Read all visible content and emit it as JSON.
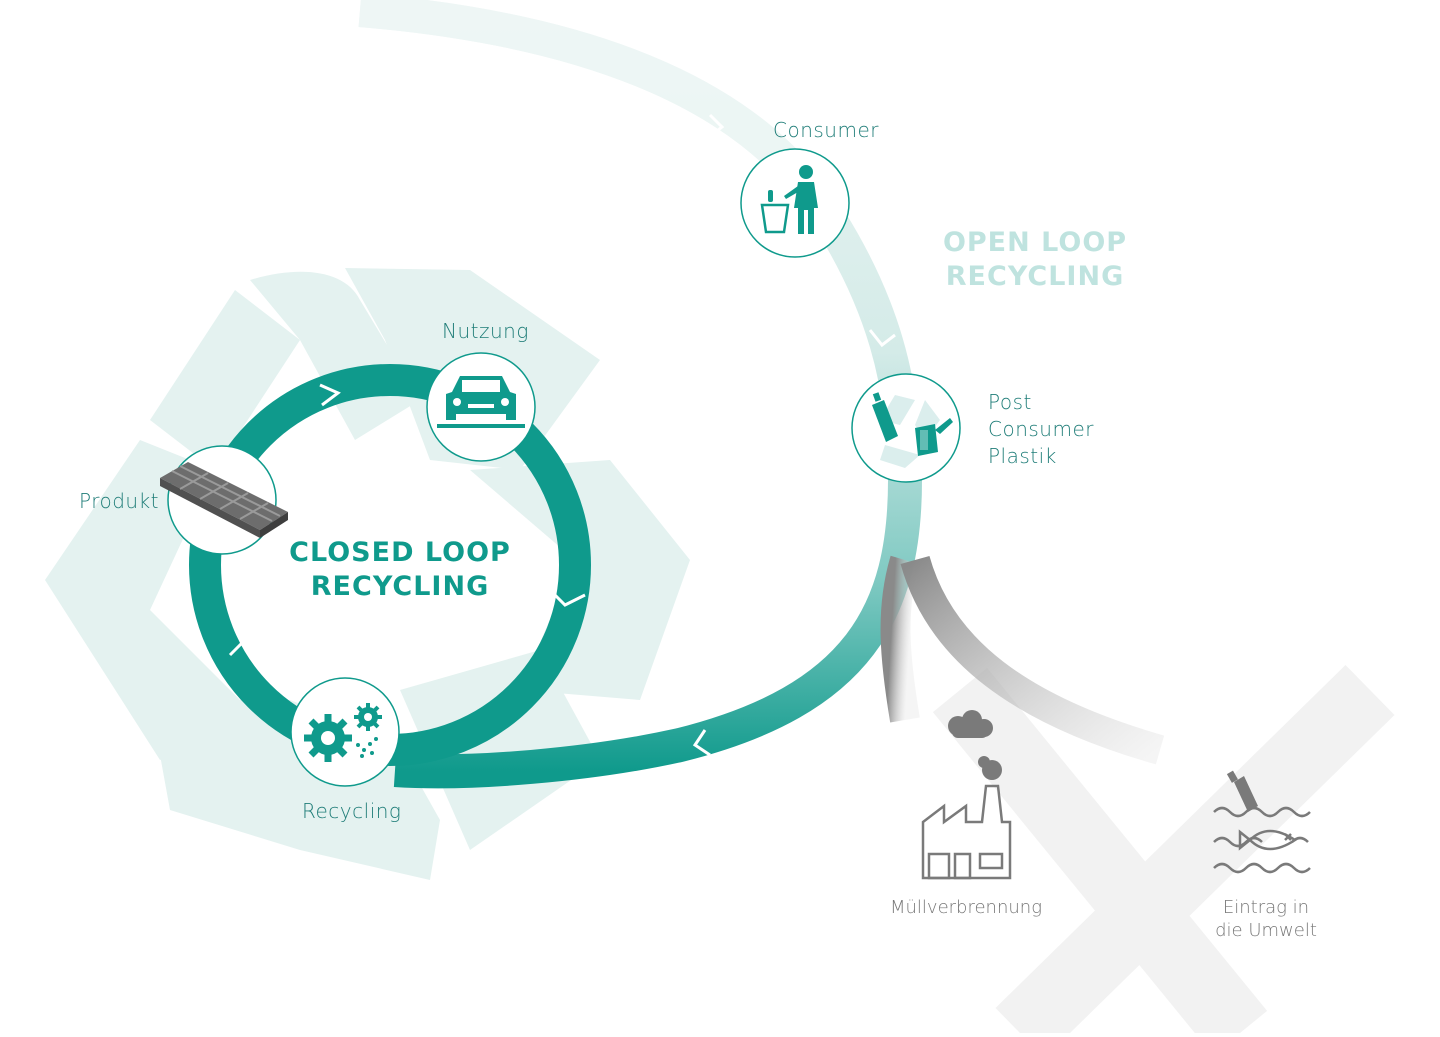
{
  "closed_loop": {
    "title_line1": "CLOSED LOOP",
    "title_line2": "RECYCLING",
    "nodes": {
      "nutzung": "Nutzung",
      "produkt": "Produkt",
      "recycling": "Recycling"
    }
  },
  "open_loop": {
    "title_line1": "OPEN LOOP",
    "title_line2": "RECYCLING",
    "nodes": {
      "consumer": "Consumer",
      "post_consumer_line1": "Post",
      "post_consumer_line2": "Consumer",
      "post_consumer_line3": "Plastik"
    }
  },
  "outcomes": {
    "incineration": "Müllverbrennung",
    "environment_line1": "Eintrag in",
    "environment_line2": "die Umwelt"
  },
  "colors": {
    "teal": "#0f9a8c",
    "teal_light": "#dcefec",
    "gray": "#8f8f8f",
    "cross": "#f1f1f1"
  }
}
